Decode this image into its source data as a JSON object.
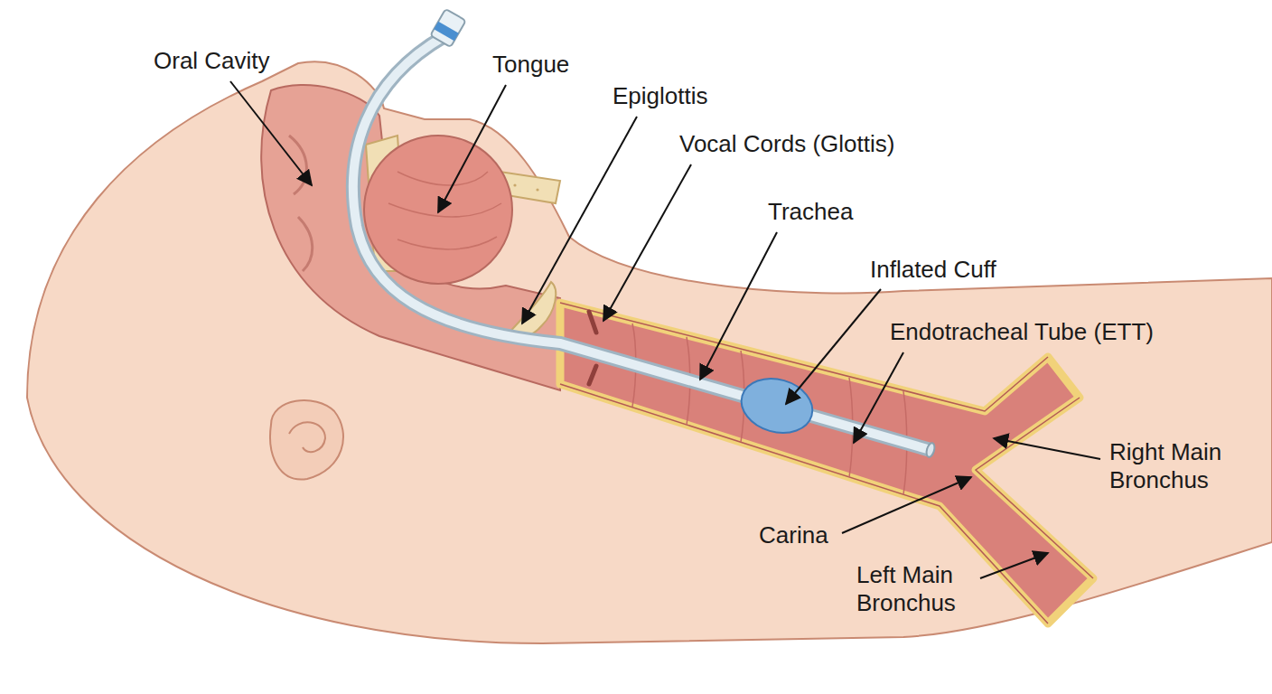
{
  "diagram": {
    "labels": [
      "Oral Cavity",
      "Tongue",
      "Epiglottis",
      "Vocal Cords (Glottis)",
      "Trachea",
      "Inflated Cuff",
      "Endotracheal Tube (ETT)",
      "Right Main Bronchus",
      "Carina",
      "Left Main Bronchus"
    ]
  }
}
